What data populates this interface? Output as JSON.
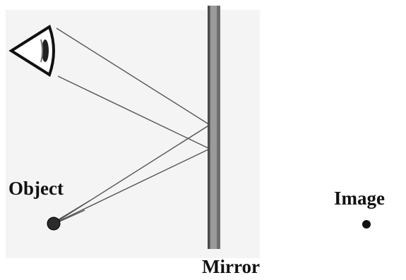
{
  "diagram": {
    "labels": {
      "object": "Object",
      "image": "Image",
      "mirror": "Mirror"
    },
    "elements": {
      "eye": "eye-icon",
      "mirror": "plane-mirror",
      "object": "object-point",
      "image": "image-point",
      "rays": "light-rays"
    },
    "colors": {
      "background": "#ffffff",
      "ray": "#555555",
      "mirror_outer": "#6e6e6e",
      "mirror_inner": "#9a9a9a",
      "object_fill": "#2b2b2b",
      "image_fill": "#111111",
      "label": "#111111"
    }
  }
}
